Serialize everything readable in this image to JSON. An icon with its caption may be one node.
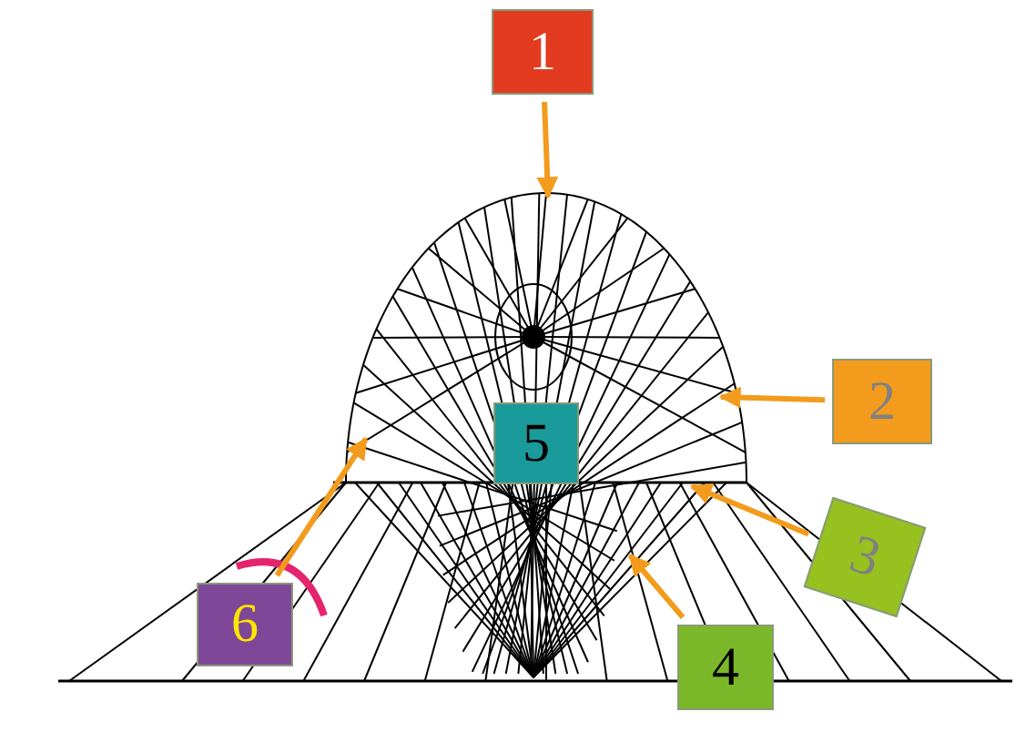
{
  "diagram": {
    "nodes": [
      {
        "text": [
          "1"
        ]
      },
      {
        "text": [
          "2"
        ]
      },
      {
        "text": [
          "3"
        ]
      },
      {
        "text": [
          "4"
        ]
      },
      {
        "text": [
          "5"
        ]
      },
      {
        "text": [
          "6"
        ]
      }
    ],
    "edges": [
      {
        "from": 0,
        "to": null,
        "arrow": "to",
        "color": "#f29b1c"
      },
      {
        "from": 1,
        "to": null,
        "arrow": "to",
        "color": "#f29b1c"
      },
      {
        "from": 2,
        "to": null,
        "arrow": "to",
        "color": "#f29b1c"
      },
      {
        "from": 3,
        "to": null,
        "arrow": "to",
        "color": "#f29b1c"
      },
      {
        "from": 5,
        "to": null,
        "arrow": "to",
        "color": "#f29b1c"
      }
    ]
  }
}
